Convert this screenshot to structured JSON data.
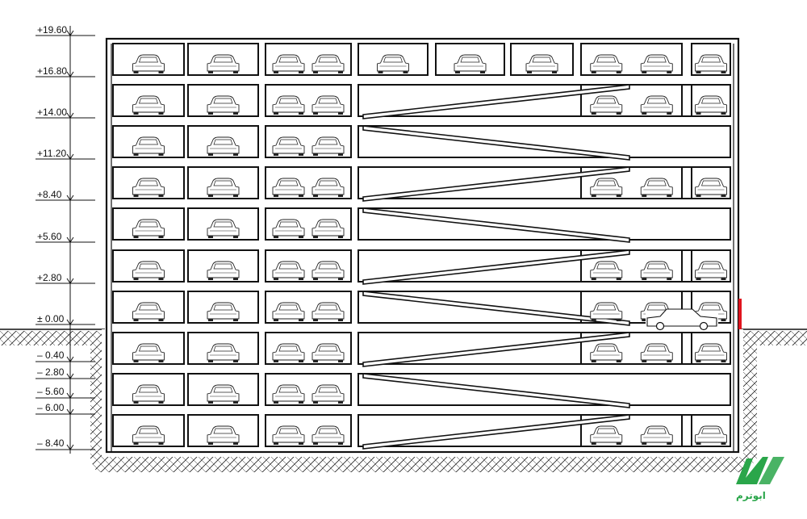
{
  "elevation_labels": [
    "+19.60",
    "+16.80",
    "+14.00",
    "+11.20",
    "+8.40",
    "+5.60",
    "+2.80",
    "± 0.00",
    "– 0.40",
    "– 2.80",
    "– 5.60",
    "– 6.00",
    "– 8.40"
  ],
  "colors": {
    "line": "#111111",
    "accent": "#e0141e",
    "logo": "#2aa64a",
    "background": "#ffffff"
  },
  "logo": {
    "name": "watermark-logo",
    "text": "ابوترم"
  }
}
